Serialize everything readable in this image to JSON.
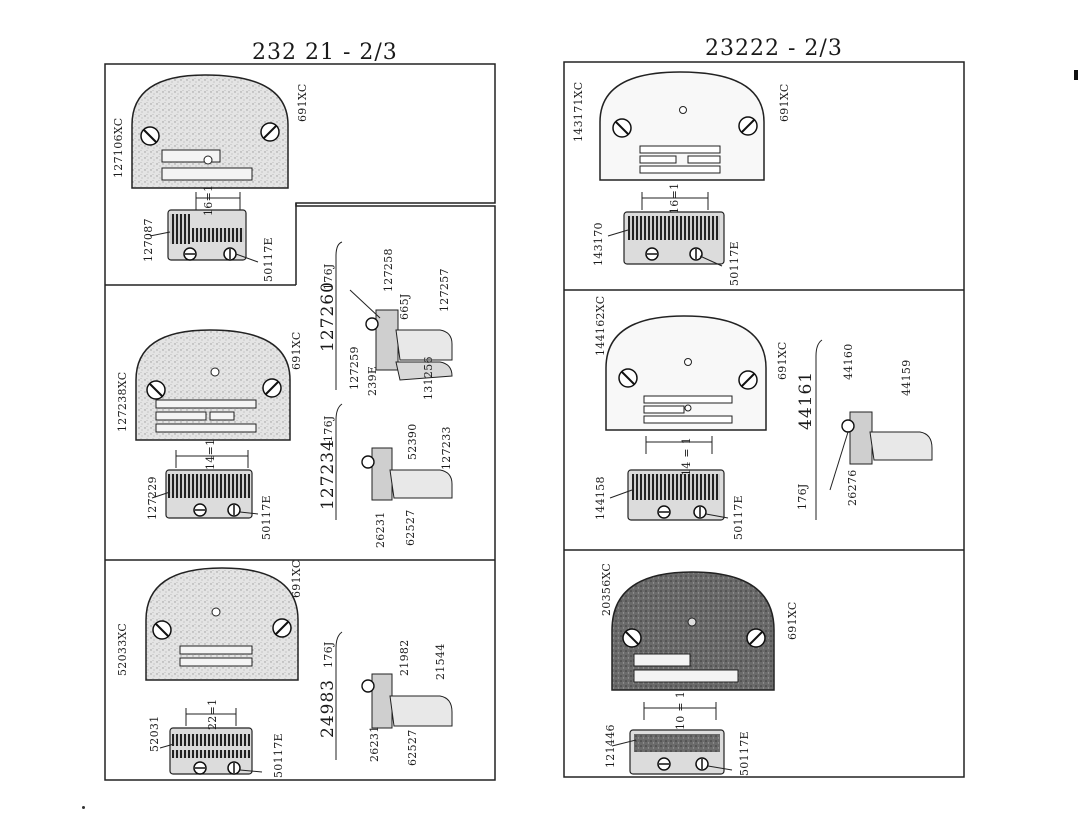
{
  "left": {
    "title": "232 21 - 2/3",
    "p1": {
      "throat_plate": "127106XC",
      "screw": "691XC",
      "feed_dog": "127087",
      "gauge": "16=1",
      "feed_screw": "50117E"
    },
    "p2": {
      "throat_plate": "127238XC",
      "screw": "691XC",
      "feed_dog": "127229",
      "gauge": "14=1",
      "feed_screw": "50117E"
    },
    "p3": {
      "throat_plate": "52033XC",
      "screw": "691XC",
      "feed_dog": "52031",
      "gauge": "22=1",
      "feed_screw": "50117E"
    },
    "f1": {
      "number": "127260",
      "screw": "176J",
      "parts": [
        "127258",
        "665J",
        "127257",
        "131256",
        "239E",
        "127259"
      ]
    },
    "f2": {
      "number": "127234",
      "screw": "176J",
      "parts": [
        "52390",
        "127233",
        "62527",
        "26231"
      ]
    },
    "f3": {
      "number": "24983",
      "screw": "176J",
      "parts": [
        "21982",
        "21544",
        "62527",
        "26231"
      ]
    }
  },
  "right": {
    "title": "23222 - 2/3",
    "p1": {
      "throat_plate": "143171XC",
      "screw": "691XC",
      "feed_dog": "143170",
      "gauge": "16=1",
      "feed_screw": "50117E"
    },
    "p2": {
      "throat_plate": "144162XC",
      "screw": "691XC",
      "feed_dog": "144158",
      "gauge": "14 = 1",
      "feed_screw": "50117E"
    },
    "p3": {
      "throat_plate": "20356XC",
      "screw": "691XC",
      "feed_dog": "121446",
      "gauge": "10 = 1",
      "feed_screw": "50117E"
    },
    "f1": {
      "number": "44161",
      "screw": "176J",
      "parts": [
        "44160",
        "44159",
        "26276"
      ]
    }
  }
}
